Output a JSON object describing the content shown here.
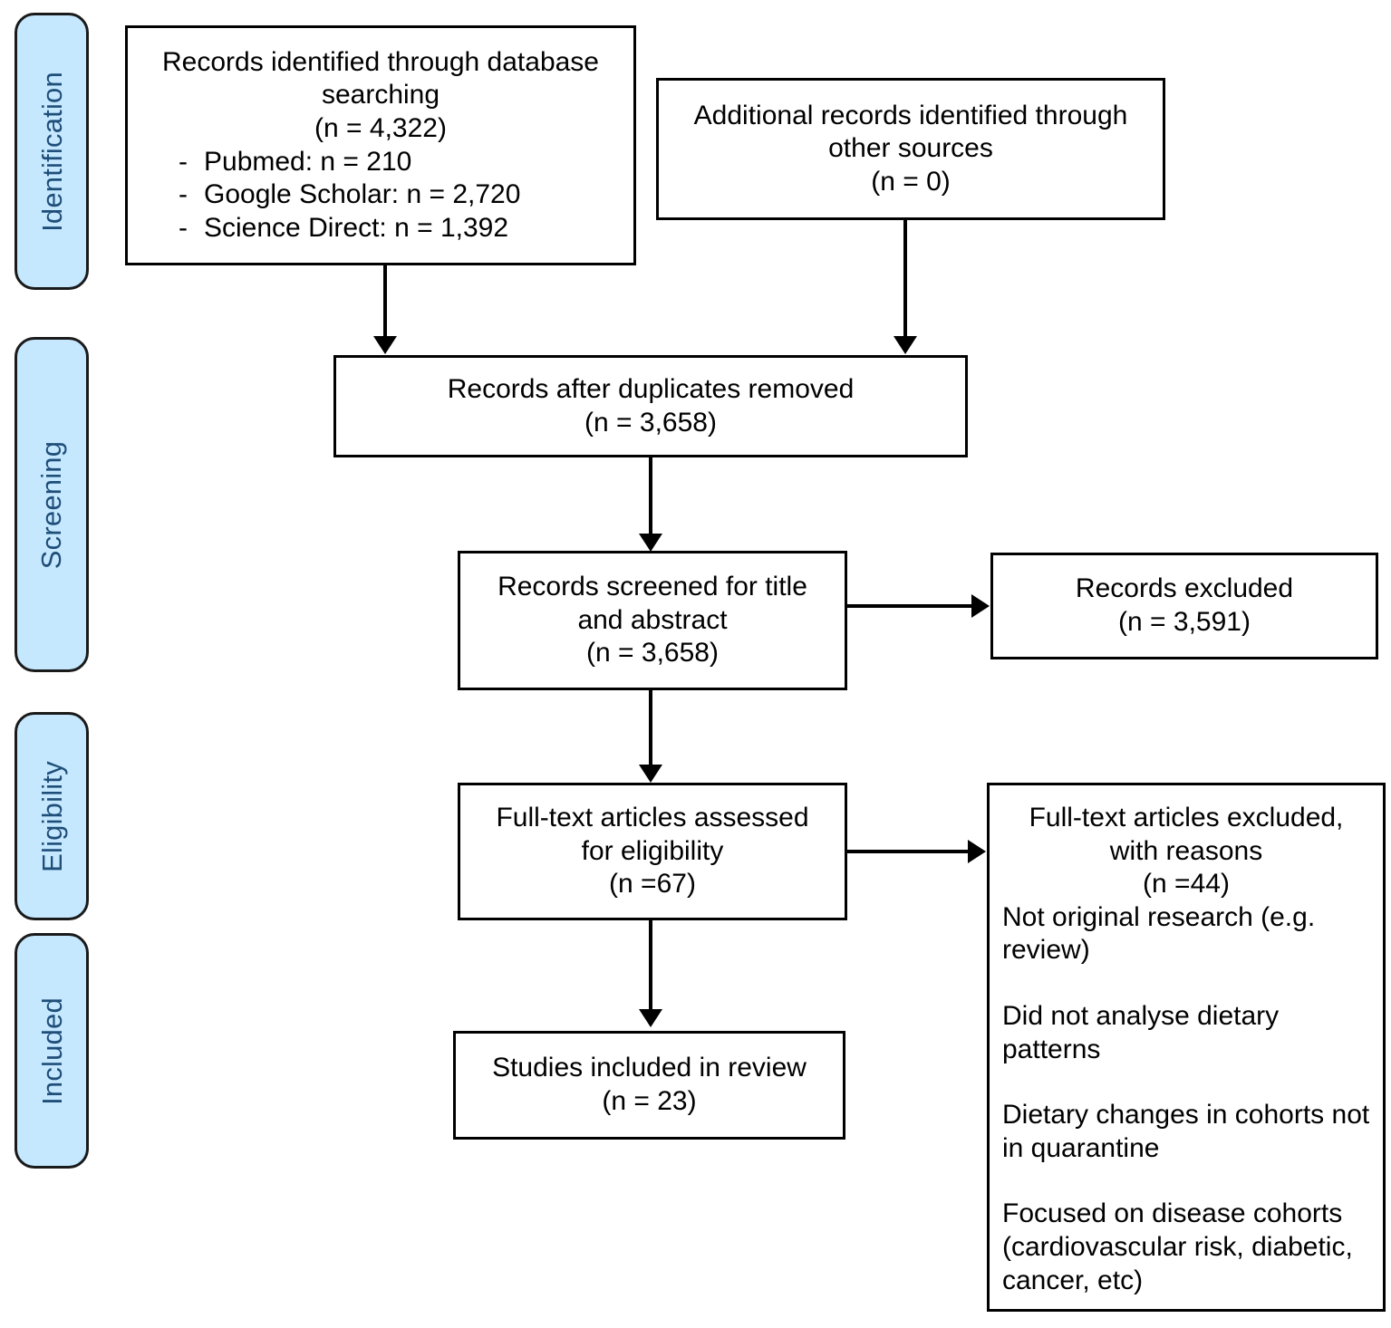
{
  "diagram": {
    "title": "PRISMA flow diagram",
    "accent_blue": "#c5e8ff",
    "stage_text_color": "#1f4e79",
    "border_color": "#000000"
  },
  "stages": [
    {
      "id": "identification",
      "label": "Identification"
    },
    {
      "id": "screening",
      "label": "Screening"
    },
    {
      "id": "eligibility",
      "label": "Eligibility"
    },
    {
      "id": "included",
      "label": "Included"
    }
  ],
  "boxes": {
    "database_search": {
      "line1": "Records identified through database",
      "line2": "searching",
      "line3": "(n = 4,322)",
      "bullets": [
        {
          "dash": "-",
          "text": "Pubmed: n = 210"
        },
        {
          "dash": "-",
          "text": "Google Scholar: n = 2,720"
        },
        {
          "dash": "-",
          "text": "Science Direct: n = 1,392"
        }
      ]
    },
    "other_sources": {
      "line1": "Additional records identified through",
      "line2": "other sources",
      "line3": "(n = 0)"
    },
    "duplicates_removed": {
      "line1": "Records after duplicates removed",
      "line2": "(n = 3,658)"
    },
    "screened": {
      "line1": "Records screened for title",
      "line2": "and abstract",
      "line3": "(n = 3,658)"
    },
    "records_excluded": {
      "line1": "Records excluded",
      "line2": "(n = 3,591)"
    },
    "fulltext_assessed": {
      "line1": "Full-text articles assessed",
      "line2": "for eligibility",
      "line3": "(n =67)"
    },
    "fulltext_excluded": {
      "line1": "Full-text articles excluded,",
      "line2": "with reasons",
      "line3": "(n =44)",
      "reasons": [
        "Not original research (e.g. review)",
        "Did not analyse dietary patterns",
        "Dietary changes in cohorts not in quarantine",
        "Focused on disease cohorts (cardiovascular risk, diabetic, cancer, etc)"
      ]
    },
    "studies_included": {
      "line1": "Studies included in review",
      "line2": "(n = 23)"
    }
  }
}
